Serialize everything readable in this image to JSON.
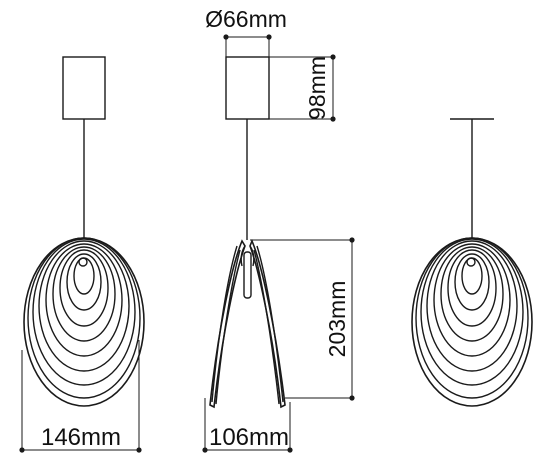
{
  "dimensions": {
    "shade_width": "146mm",
    "shade_depth": "106mm",
    "shade_height": "203mm",
    "canopy_diameter": "Ø66mm",
    "canopy_height": "98mm"
  },
  "colors": {
    "line": "#1a1a1a",
    "background": "#ffffff"
  }
}
